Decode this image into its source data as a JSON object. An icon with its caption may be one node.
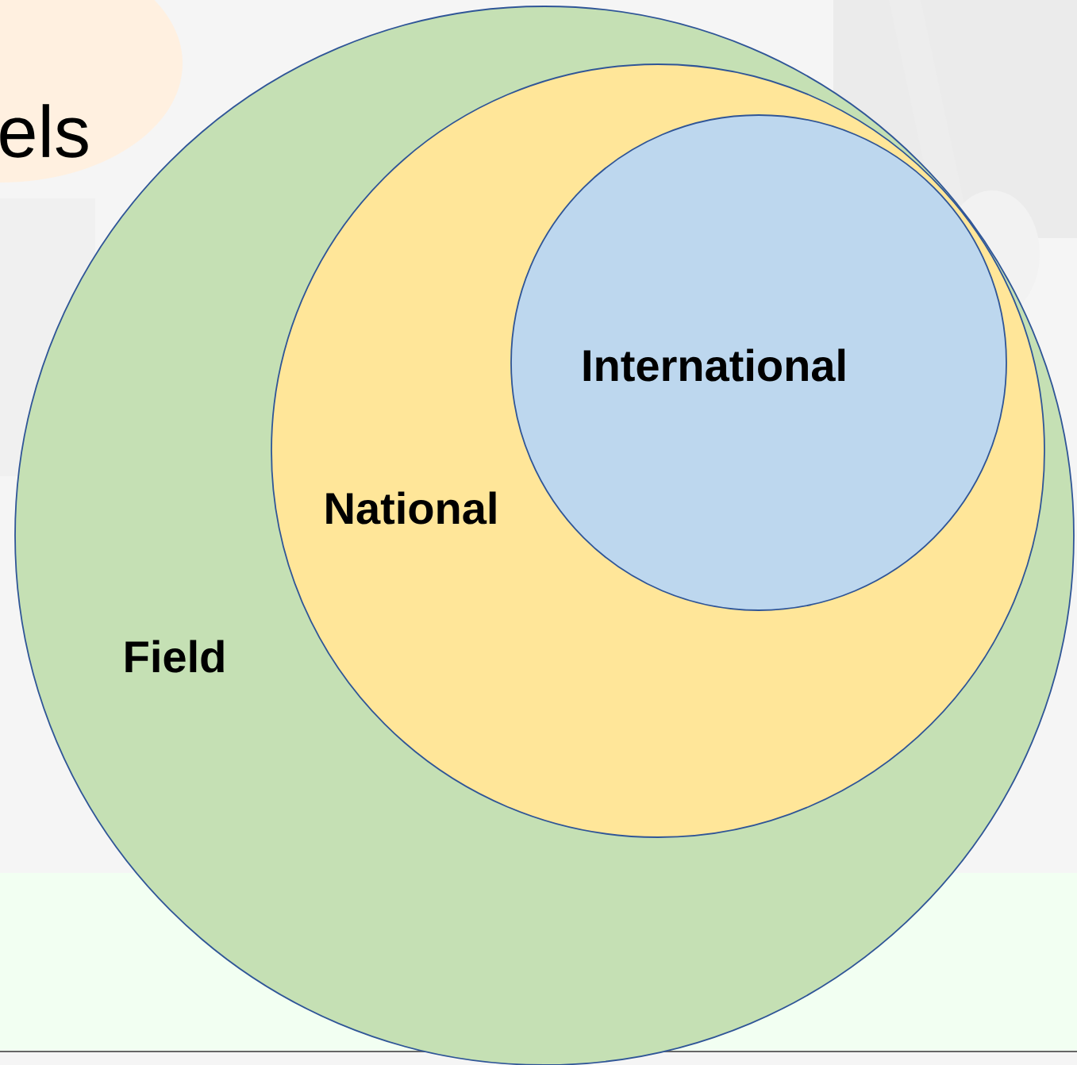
{
  "diagram": {
    "nodes": [
      {
        "text": [
          "Field"
        ]
      },
      {
        "text": [
          "National"
        ],
        "in": 0
      },
      {
        "text": [
          "International"
        ],
        "in": 1
      }
    ],
    "labels": [
      "els"
    ]
  }
}
